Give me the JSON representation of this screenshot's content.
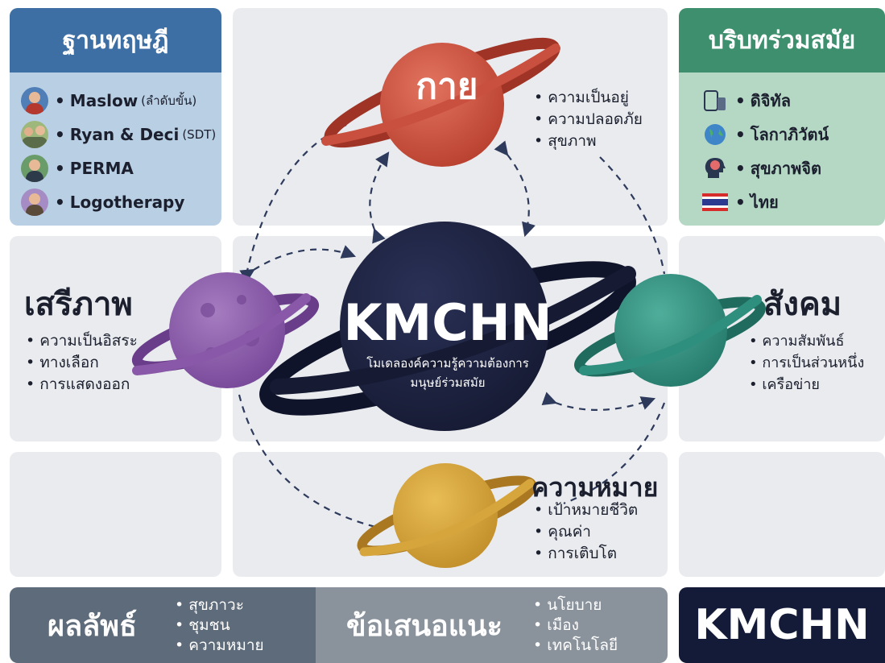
{
  "colors": {
    "background_cell": "#e9ebee",
    "theory_header": "#3d6fa5",
    "theory_body": "#b9cfe3",
    "context_header": "#3e8f6e",
    "context_body": "#b5d8c5",
    "planet_body": "#c94f3e",
    "planet_freedom": "#8a58a8",
    "planet_social": "#2f8f7f",
    "planet_meaning": "#d6a53c",
    "planet_core": "#1b1f3b",
    "band_outcome": "#5e6b7a",
    "band_recommend": "#8a929c",
    "band_brand": "#141b38"
  },
  "theory": {
    "title": "ฐานทฤษฎี",
    "items": [
      {
        "name": "Maslow",
        "note": "(ลำดับขั้น)",
        "icon": "person-icon"
      },
      {
        "name": "Ryan & Deci",
        "note": "(SDT)",
        "icon": "people-icon"
      },
      {
        "name": "PERMA",
        "note": "",
        "icon": "person-icon"
      },
      {
        "name": "Logotherapy",
        "note": "",
        "icon": "person-icon"
      }
    ]
  },
  "context": {
    "title": "บริบทร่วมสมัย",
    "items": [
      {
        "label": "ดิจิทัล",
        "icon": "devices-icon"
      },
      {
        "label": "โลกาภิวัตน์",
        "icon": "globe-icon"
      },
      {
        "label": "สุขภาพจิต",
        "icon": "brain-head-icon"
      },
      {
        "label": "ไทย",
        "icon": "thai-flag-icon"
      }
    ]
  },
  "core": {
    "title": "KMCHN",
    "subtitle_line1": "โมเดลองค์ความรู้ความต้องการ",
    "subtitle_line2": "มนุษย์ร่วมสมัย"
  },
  "dimensions": {
    "body": {
      "title": "กาย",
      "items": [
        "ความเป็นอยู่",
        "ความปลอดภัย",
        "สุขภาพ"
      ]
    },
    "freedom": {
      "title": "เสรีภาพ",
      "items": [
        "ความเป็นอิสระ",
        "ทางเลือก",
        "การแสดงออก"
      ]
    },
    "social": {
      "title": "สังคม",
      "items": [
        "ความสัมพันธ์",
        "การเป็นส่วนหนึ่ง",
        "เครือข่าย"
      ]
    },
    "meaning": {
      "title": "ความหมาย",
      "items": [
        "เป้าหมายชีวิต",
        "คุณค่า",
        "การเติบโต"
      ]
    }
  },
  "outcomes": {
    "title": "ผลลัพธ์",
    "items": [
      "สุขภาวะ",
      "ชุมชน",
      "ความหมาย"
    ]
  },
  "recommendations": {
    "title": "ข้อเสนอแนะ",
    "items": [
      "นโยบาย",
      "เมือง",
      "เทคโนโลยี"
    ]
  },
  "brand": {
    "label": "KMCHN"
  }
}
